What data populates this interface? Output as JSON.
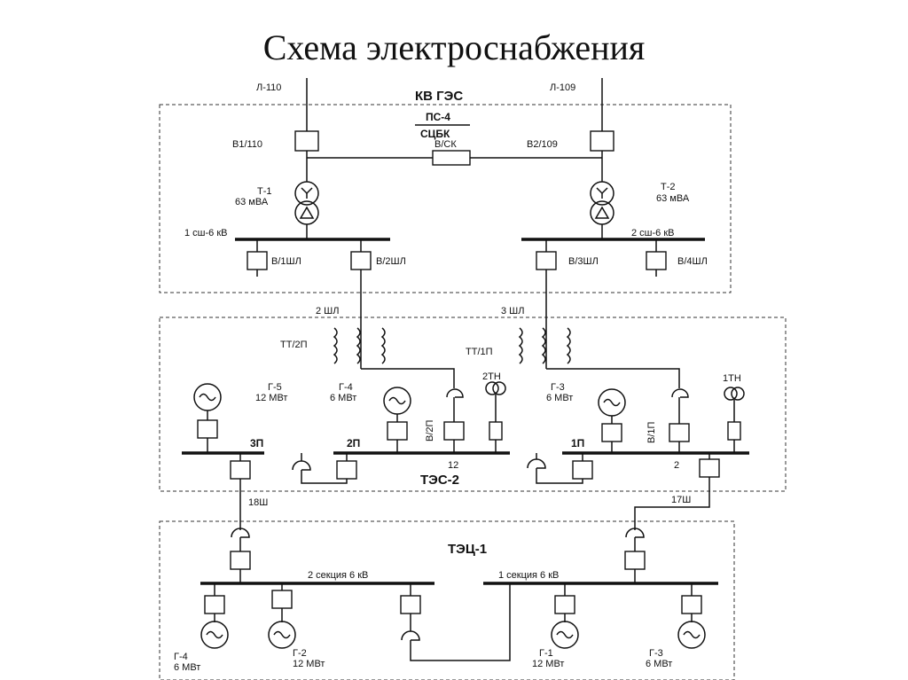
{
  "title": "Схема электроснабжения",
  "sections": {
    "kv_ges": "КВ ГЭС",
    "ps4": "ПС-4",
    "tsbk": "СЦБК",
    "tes2": "ТЭС-2",
    "tec1": "ТЭЦ-1"
  },
  "lines": {
    "l110": "Л-110",
    "l109": "Л-109"
  },
  "breakers": {
    "b1_110": "В1/110",
    "b2_109": "В2/109",
    "b_sk": "В/СК",
    "b_1shl": "В/1ШЛ",
    "b_2shl": "В/2ШЛ",
    "b_3shl": "В/3ШЛ",
    "b_4shl": "В/4ШЛ",
    "b_2p": "В/2П",
    "b_1p": "В/1П"
  },
  "transformers": {
    "t1_name": "Т-1",
    "t1_rating": "63 мВА",
    "t2_name": "Т-2",
    "t2_rating": "63 мВА",
    "tt2p": "ТТ/2П",
    "tt1p": "ТТ/1П",
    "tn2": "2ТН",
    "tn1": "1ТН"
  },
  "busbars": {
    "ssh1": "1 сш-6 кВ",
    "ssh2": "2 сш-6 кВ",
    "p3": "3П",
    "p2": "2П",
    "p1": "1П",
    "sec2": "2 секция 6 кВ",
    "sec1": "1 секция 6 кВ"
  },
  "feeders": {
    "shl2": "2 ШЛ",
    "shl3": "3 ШЛ",
    "sh18": "18Ш",
    "sh17": "17Ш",
    "n12": "12",
    "n2": "2"
  },
  "generators": {
    "tes_g5_name": "Г-5",
    "tes_g5_power": "12 МВт",
    "tes_g4_name": "Г-4",
    "tes_g4_power": "6 МВт",
    "tes_g3_name": "Г-3",
    "tes_g3_power": "6 МВт",
    "tec_g4_name": "Г-4",
    "tec_g4_power": "6 МВт",
    "tec_g2_name": "Г-2",
    "tec_g2_power": "12 МВт",
    "tec_g1_name": "Г-1",
    "tec_g1_power": "12 МВт",
    "tec_g3_name": "Г-3",
    "tec_g3_power": "6 МВт"
  }
}
